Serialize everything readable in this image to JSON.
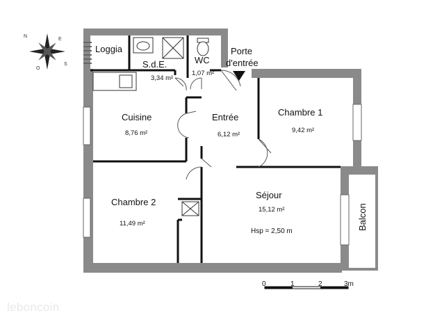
{
  "compass": {
    "n": "N",
    "e": "E",
    "s": "S",
    "o": "O"
  },
  "rooms": {
    "loggia": {
      "name": "Loggia"
    },
    "sde": {
      "name": "S.d.E.",
      "area": "3,34 m²"
    },
    "wc": {
      "name": "WC",
      "area": "1,07 m²"
    },
    "porte": {
      "line1": "Porte",
      "line2": "d'entrée"
    },
    "cuisine": {
      "name": "Cuisine",
      "area": "8,76 m²"
    },
    "entree": {
      "name": "Entrée",
      "area": "6,12 m²"
    },
    "chambre1": {
      "name": "Chambre 1",
      "area": "9,42 m²"
    },
    "chambre2": {
      "name": "Chambre 2",
      "area": "11,49 m²"
    },
    "sejour": {
      "name": "Séjour",
      "area": "15,12 m²",
      "height": "Hsp = 2,50 m"
    },
    "balcon": {
      "name": "Balcon"
    }
  },
  "scale": {
    "ticks": [
      "0",
      "1",
      "2",
      "3m"
    ]
  },
  "watermark": "leboncoin"
}
